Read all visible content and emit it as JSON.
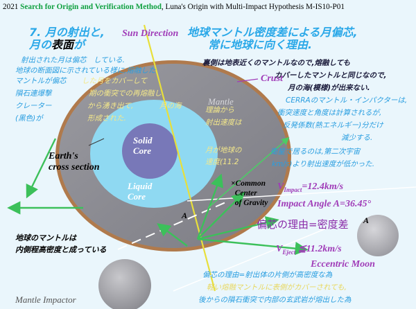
{
  "header": {
    "prefix": "2021 ",
    "green_title": "Search for Origin and Verification Method",
    "suffix": ", Luna's Origin with Multi-Impact Hypothesis M-IS10-P01"
  },
  "title": {
    "line1": "7. 月の射出と,",
    "line2_a": "月の",
    "line2_b": "表面",
    "line2_c": "が",
    "right_line1": "地球マントル密度差による月偏芯,",
    "right_line2": "常に地球に向く理由."
  },
  "labels": {
    "sun_direction": "Sun Direction",
    "crust": "Crust",
    "mantle": "Mantle",
    "solid_core": "Solid\nCore",
    "liquid_core": "Liquid\nCore",
    "earths_cross_section": "Earth's\ncross section",
    "common_center": "×Common\n  Center\n  of Gravity",
    "v_impact": "V",
    "v_impact_sub": "Impact",
    "v_impact_val": "=12.4km/s",
    "impact_angle": "Impact Angle  A=36.45°",
    "reason_label": "偏芯の理由=密度差",
    "v_eject": "V",
    "v_eject_sub": "Eject",
    "v_eject_val": " ≦11.2km/s",
    "eccentric_moon": "Eccentric Moon",
    "mantle_impactor": "Mantle Impactor",
    "a_left": "A",
    "a_right": "A"
  },
  "notes": {
    "left_block": [
      "射出された月は偏芯　している.",
      "地球の断面図に示されている様に,熔融した",
      "マントルが偏芯",
      "隕石連爆撃",
      "クレーター",
      "(黒色)が"
    ],
    "middle_block": [
      "した月をカバーして",
      "期の衝突での再熔融し",
      "から湧き出て,",
      "形成された."
    ],
    "mare_word": "月の海",
    "center_block": [
      "理論から",
      "射出速度は",
      "",
      "月が地球の",
      "速度(11.2"
    ],
    "right_block_dark": [
      "裏側は地表近くのマントルなので,熔融しても",
      "カバーしたマントルと同じなので,",
      "月の海(模様)が出来ない."
    ],
    "right_block_cyan": [
      "CERRAのマントル・インパクターは,",
      "衝突速度と角度は計算されるが,",
      "反発係数(熱エネルギー)分だけ",
      "減少する.",
      "衛星で居るのは,第二次宇宙",
      "km/s)より射出速度が低かった."
    ],
    "earth_mantle_1": "地球のマントルは",
    "earth_mantle_2": "内側程高密度と成っている",
    "bottom_1": "偏芯の理由=射出体の片側が高密度な為",
    "bottom_2": "軽い熔融マントルに表側がカバーされても,",
    "bottom_3": "後からの隕石衝突で内部の玄武岩が熔出した為"
  },
  "colors": {
    "background": "#eaf6fc",
    "crust": "#b07a4c",
    "mantle": "#8a8a90",
    "liquid_core": "#8fd9f2",
    "solid_core": "#7878b8",
    "arrow_green": "#3cc05a",
    "sun_line": "#e8df3a"
  }
}
